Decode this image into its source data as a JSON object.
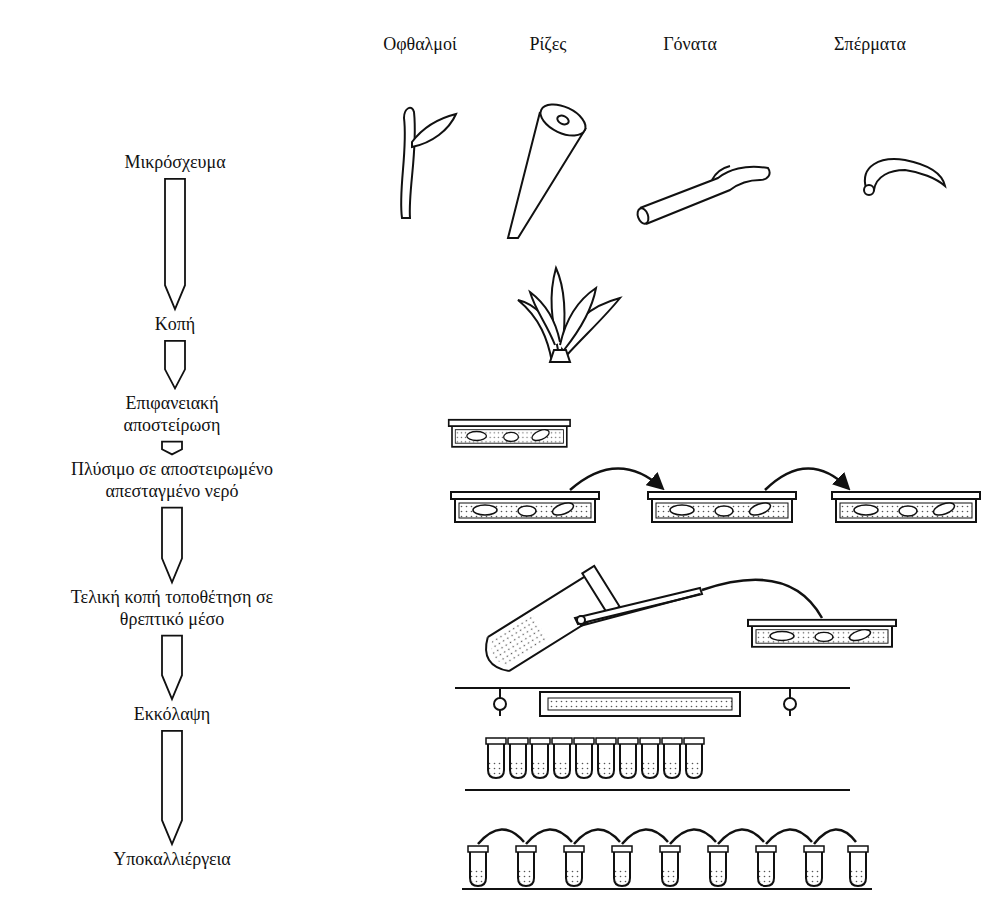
{
  "diagram": {
    "nodes": [
      {
        "text": [
          "Μικρόσχευμα"
        ]
      },
      {
        "text": [
          "Κοπή"
        ]
      },
      {
        "text": [
          "Επιφανειακή αποστείρωση"
        ]
      },
      {
        "text": [
          "Πλύσιμο σε αποστειρωμένο απεσταγμένο νερό"
        ]
      },
      {
        "text": [
          "Τελική κοπή τοποθέτηση σε θρεπτικό μέσο"
        ]
      },
      {
        "text": [
          "Εκκόλαψη"
        ]
      },
      {
        "text": [
          "Υποκαλλιέργεια"
        ]
      }
    ],
    "edges": [
      {
        "from": 0,
        "to": 1,
        "arrow": "to"
      },
      {
        "from": 1,
        "to": 2,
        "arrow": "to"
      },
      {
        "from": 2,
        "to": 3,
        "arrow": "to"
      },
      {
        "from": 3,
        "to": 4,
        "arrow": "to"
      },
      {
        "from": 4,
        "to": 5,
        "arrow": "to"
      },
      {
        "from": 5,
        "to": 6,
        "arrow": "to"
      }
    ],
    "labels": [
      "Οφθαλμοί",
      "Ρίζες",
      "Γόνατα",
      "Σπέρματα"
    ]
  }
}
